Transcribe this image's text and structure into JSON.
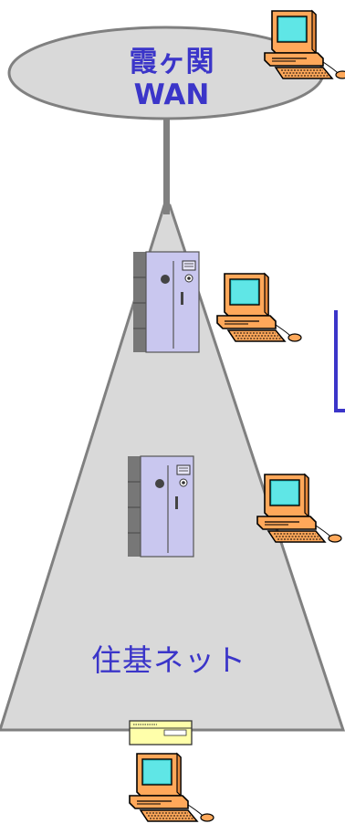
{
  "wan": {
    "line1": "霞ヶ関",
    "line2": "WAN"
  },
  "network": {
    "label": "住基ネット"
  },
  "colors": {
    "cloud_fill": "#d9d9d9",
    "network_fill": "#d9d9d9",
    "outline": "#808080",
    "label": "#3b35c9",
    "server_body": "#c9c7ef",
    "server_side": "#777777",
    "pc_body": "#ffa85a",
    "pc_screen": "#3fd0d0",
    "bracket": "#3b35c9"
  },
  "icons": [
    "pc-icon",
    "server-icon",
    "router-icon",
    "mouse-icon"
  ]
}
